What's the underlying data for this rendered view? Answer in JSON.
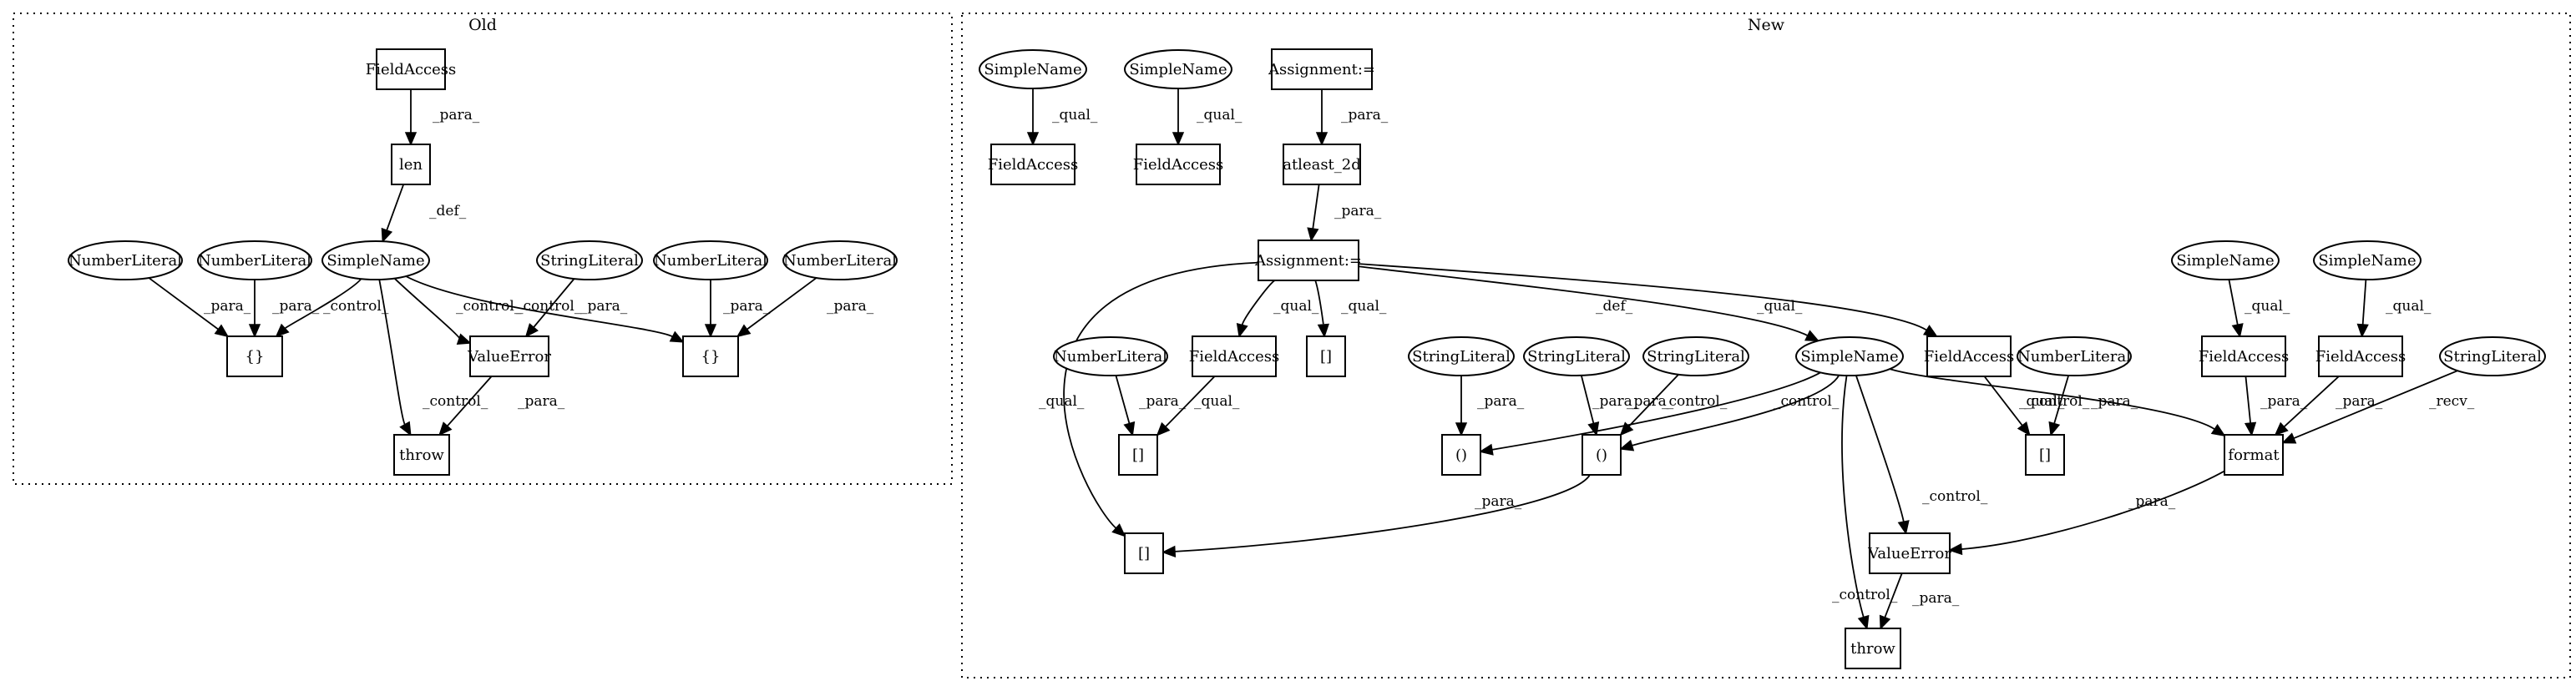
{
  "clusters": [
    {
      "id": "old",
      "label": "Old"
    },
    {
      "id": "new",
      "label": "New"
    }
  ],
  "nodes": [
    {
      "id": "o_fa",
      "label": "FieldAccess",
      "shape": "box"
    },
    {
      "id": "o_len",
      "label": "len",
      "shape": "box"
    },
    {
      "id": "o_sn",
      "label": "SimpleName",
      "shape": "ellipse"
    },
    {
      "id": "o_nl1",
      "label": "NumberLiteral",
      "shape": "ellipse"
    },
    {
      "id": "o_nl2",
      "label": "NumberLiteral",
      "shape": "ellipse"
    },
    {
      "id": "o_sl",
      "label": "StringLiteral",
      "shape": "ellipse"
    },
    {
      "id": "o_nl3",
      "label": "NumberLiteral",
      "shape": "ellipse"
    },
    {
      "id": "o_nl4",
      "label": "NumberLiteral",
      "shape": "ellipse"
    },
    {
      "id": "o_br1",
      "label": "{}",
      "shape": "box"
    },
    {
      "id": "o_ve",
      "label": "ValueError",
      "shape": "box"
    },
    {
      "id": "o_br2",
      "label": "{}",
      "shape": "box"
    },
    {
      "id": "o_throw",
      "label": "throw",
      "shape": "box"
    },
    {
      "id": "n_sn1",
      "label": "SimpleName",
      "shape": "ellipse"
    },
    {
      "id": "n_sn2",
      "label": "SimpleName",
      "shape": "ellipse"
    },
    {
      "id": "n_asg1",
      "label": "Assignment:=",
      "shape": "box"
    },
    {
      "id": "n_fa1",
      "label": "FieldAccess",
      "shape": "box"
    },
    {
      "id": "n_fa2",
      "label": "FieldAccess",
      "shape": "box"
    },
    {
      "id": "n_at2d",
      "label": "atleast_2d",
      "shape": "box"
    },
    {
      "id": "n_asg2",
      "label": "Assignment:=",
      "shape": "box"
    },
    {
      "id": "n_sn3",
      "label": "SimpleName",
      "shape": "ellipse"
    },
    {
      "id": "n_sn4",
      "label": "SimpleName",
      "shape": "ellipse"
    },
    {
      "id": "n_nl1",
      "label": "NumberLiteral",
      "shape": "ellipse"
    },
    {
      "id": "n_fa3",
      "label": "FieldAccess",
      "shape": "box"
    },
    {
      "id": "n_br1",
      "label": "[]",
      "shape": "box"
    },
    {
      "id": "n_sl1",
      "label": "StringLiteral",
      "shape": "ellipse"
    },
    {
      "id": "n_sl2",
      "label": "StringLiteral",
      "shape": "ellipse"
    },
    {
      "id": "n_sl3",
      "label": "StringLiteral",
      "shape": "ellipse"
    },
    {
      "id": "n_sn5",
      "label": "SimpleName",
      "shape": "ellipse"
    },
    {
      "id": "n_fa4",
      "label": "FieldAccess",
      "shape": "box"
    },
    {
      "id": "n_nl2",
      "label": "NumberLiteral",
      "shape": "ellipse"
    },
    {
      "id": "n_fa5",
      "label": "FieldAccess",
      "shape": "box"
    },
    {
      "id": "n_fa6",
      "label": "FieldAccess",
      "shape": "box"
    },
    {
      "id": "n_sl4",
      "label": "StringLiteral",
      "shape": "ellipse"
    },
    {
      "id": "n_br2",
      "label": "[]",
      "shape": "box"
    },
    {
      "id": "n_par1",
      "label": "()",
      "shape": "box"
    },
    {
      "id": "n_par2",
      "label": "()",
      "shape": "box"
    },
    {
      "id": "n_br3",
      "label": "[]",
      "shape": "box"
    },
    {
      "id": "n_fmt",
      "label": "format",
      "shape": "box"
    },
    {
      "id": "n_br4",
      "label": "[]",
      "shape": "box"
    },
    {
      "id": "n_ve",
      "label": "ValueError",
      "shape": "box"
    },
    {
      "id": "n_throw",
      "label": "throw",
      "shape": "box"
    }
  ],
  "edges": [
    {
      "from": "o_fa",
      "to": "o_len",
      "label": "_para_"
    },
    {
      "from": "o_len",
      "to": "o_sn",
      "label": "_def_"
    },
    {
      "from": "o_nl1",
      "to": "o_br1",
      "label": "_para_"
    },
    {
      "from": "o_nl2",
      "to": "o_br1",
      "label": "_para_"
    },
    {
      "from": "o_sn",
      "to": "o_br1",
      "label": "_control_"
    },
    {
      "from": "o_sn",
      "to": "o_ve",
      "label": "_control_"
    },
    {
      "from": "o_sn",
      "to": "o_br2",
      "label": "_control_"
    },
    {
      "from": "o_sn",
      "to": "o_throw",
      "label": "_control_"
    },
    {
      "from": "o_sl",
      "to": "o_ve",
      "label": "_para_"
    },
    {
      "from": "o_nl3",
      "to": "o_br2",
      "label": "_para_"
    },
    {
      "from": "o_nl4",
      "to": "o_br2",
      "label": "_para_"
    },
    {
      "from": "o_ve",
      "to": "o_throw",
      "label": "_para_"
    },
    {
      "from": "n_sn1",
      "to": "n_fa1",
      "label": "_qual_"
    },
    {
      "from": "n_sn2",
      "to": "n_fa2",
      "label": "_qual_"
    },
    {
      "from": "n_asg1",
      "to": "n_at2d",
      "label": "_para_"
    },
    {
      "from": "n_at2d",
      "to": "n_asg2",
      "label": "_para_"
    },
    {
      "from": "n_asg2",
      "to": "n_fa3",
      "label": "_qual_"
    },
    {
      "from": "n_asg2",
      "to": "n_br1",
      "label": "_qual_"
    },
    {
      "from": "n_asg2",
      "to": "n_sn5",
      "label": "_def_"
    },
    {
      "from": "n_asg2",
      "to": "n_fa4",
      "label": "_qual_"
    },
    {
      "from": "n_asg2",
      "to": "n_br4",
      "label": "_qual_"
    },
    {
      "from": "n_nl1",
      "to": "n_br2",
      "label": "_para_"
    },
    {
      "from": "n_fa3",
      "to": "n_br2",
      "label": "_qual_"
    },
    {
      "from": "n_sl1",
      "to": "n_par1",
      "label": "_para_"
    },
    {
      "from": "n_sl2",
      "to": "n_par2",
      "label": "_para_"
    },
    {
      "from": "n_sl3",
      "to": "n_par2",
      "label": "_para_"
    },
    {
      "from": "n_sn5",
      "to": "n_par1",
      "label": "_control_"
    },
    {
      "from": "n_sn5",
      "to": "n_par2",
      "label": "_control_"
    },
    {
      "from": "n_sn5",
      "to": "n_fmt",
      "label": "_control_"
    },
    {
      "from": "n_sn5",
      "to": "n_ve",
      "label": "_control_"
    },
    {
      "from": "n_sn5",
      "to": "n_throw",
      "label": "_control_"
    },
    {
      "from": "n_fa4",
      "to": "n_br3",
      "label": "_qual_"
    },
    {
      "from": "n_nl2",
      "to": "n_br3",
      "label": "_para_"
    },
    {
      "from": "n_sn3",
      "to": "n_fa5",
      "label": "_qual_"
    },
    {
      "from": "n_sn4",
      "to": "n_fa6",
      "label": "_qual_"
    },
    {
      "from": "n_fa5",
      "to": "n_fmt",
      "label": "_para_"
    },
    {
      "from": "n_fa6",
      "to": "n_fmt",
      "label": "_para_"
    },
    {
      "from": "n_sl4",
      "to": "n_fmt",
      "label": "_recv_"
    },
    {
      "from": "n_par2",
      "to": "n_br4",
      "label": "_para_"
    },
    {
      "from": "n_fmt",
      "to": "n_ve",
      "label": "_para_"
    },
    {
      "from": "n_ve",
      "to": "n_throw",
      "label": "_para_"
    }
  ]
}
